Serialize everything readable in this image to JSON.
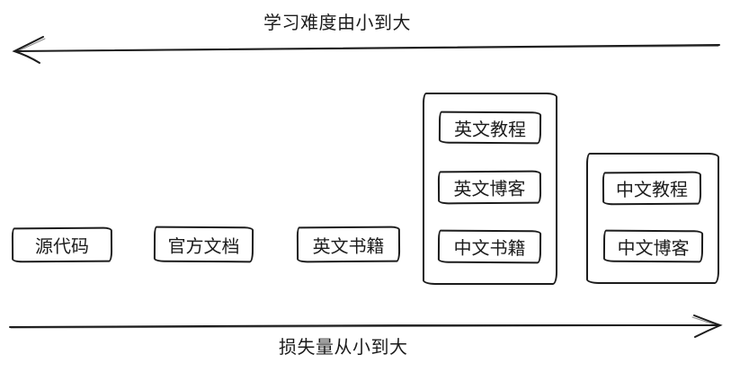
{
  "page": {
    "background": "#ffffff",
    "stroke_color": "#1c1c1c"
  },
  "top_axis": {
    "label": "学习难度由小到大",
    "direction": "left"
  },
  "bottom_axis": {
    "label": "损失量从小到大",
    "direction": "right"
  },
  "standalone_boxes": [
    {
      "label": "源代码"
    },
    {
      "label": "官方文档"
    },
    {
      "label": "英文书籍"
    }
  ],
  "groups": [
    {
      "name": "english-and-chinese-books-group",
      "items": [
        {
          "label": "英文教程"
        },
        {
          "label": "英文博客"
        },
        {
          "label": "中文书籍"
        }
      ]
    },
    {
      "name": "chinese-tutorials-group",
      "items": [
        {
          "label": "中文教程"
        },
        {
          "label": "中文博客"
        }
      ]
    }
  ]
}
